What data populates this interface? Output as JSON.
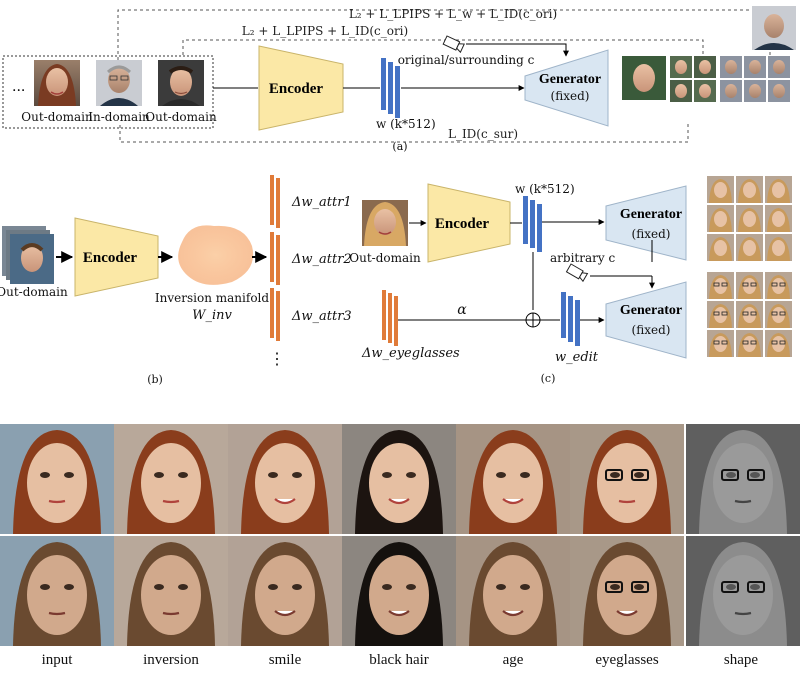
{
  "panel_a": {
    "loss_top": "L₂ + L_LPIPS + L_w + L_ID(c_ori)",
    "loss_mid": "L₂ + L_LPIPS + L_ID(c_ori)",
    "loss_bottom": "L_ID(c_sur)",
    "ellipsis": "...",
    "input_labels": [
      "Out-domain",
      "In-domain",
      "Out-domain"
    ],
    "encoder": "Encoder",
    "latent": "w (k*512)",
    "camera_label": "original/surrounding c",
    "generator": "Generator",
    "generator_sub": "(fixed)",
    "caption": "(a)"
  },
  "panel_b": {
    "input_label": "Out-domain",
    "encoder": "Encoder",
    "manifold_label": "Inversion manifold",
    "manifold_symbol": "W_inv",
    "attr_labels": [
      "Δw_attr1",
      "Δw_attr2",
      "Δw_attr3"
    ],
    "more": "⋮",
    "caption": "(b)"
  },
  "panel_c": {
    "input_label": "Out-domain",
    "encoder": "Encoder",
    "latent": "w (k*512)",
    "camera_label": "arbitrary c",
    "generator": "Generator",
    "generator_sub": "(fixed)",
    "delta_label": "Δw_eyeglasses",
    "alpha": "α",
    "edit_label": "w_edit",
    "caption": "(c)"
  },
  "bottom": {
    "labels": [
      "input",
      "inversion",
      "smile",
      "black hair",
      "age",
      "eyeglasses",
      "shape"
    ]
  },
  "colors": {
    "encoder_fill": "#fbe8a6",
    "generator_fill": "#d9e6f2",
    "latent_blue": "#4472c4",
    "delta_orange": "#e07b39",
    "manifold": "#f8c08a"
  }
}
